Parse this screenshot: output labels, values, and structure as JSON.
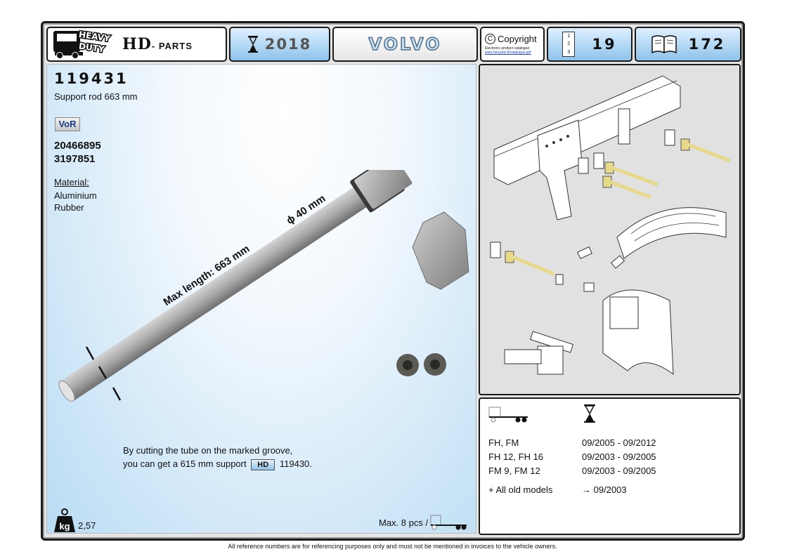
{
  "header": {
    "logo": {
      "line1": "HEAVY",
      "line2": "DUTY",
      "icon": "truck-icon"
    },
    "brand_main": "HD",
    "brand_sub": "- PARTS",
    "year": "2018",
    "make": "VOLVO",
    "copyright": {
      "label": "Copyright",
      "subtitle": "Electronic product catalogue:",
      "link": "www.hd-parts.fi/catalogue.pdf"
    },
    "page_icon_digits": [
      "1",
      "2",
      "3"
    ],
    "page": "19",
    "catalog_page": "172"
  },
  "part": {
    "number": "119431",
    "description": "Support rod 663 mm",
    "vor_badge": "VoR",
    "oe_numbers": [
      "20466895",
      "3197851"
    ],
    "material_label": "Material:",
    "materials": [
      "Aluminium",
      "Rubber"
    ]
  },
  "photo": {
    "length_label": "Max length: 663 mm",
    "diameter_label": "ϕ 40 mm"
  },
  "note": {
    "line1": "By cutting the tube on the marked groove,",
    "line2_prefix": "you can get a 615 mm support",
    "badge": "HD",
    "ref": "119430."
  },
  "weight": {
    "label": "kg",
    "value": "2,57"
  },
  "packaging": {
    "text": "Max. 8 pcs /"
  },
  "applications": [
    {
      "models": "FH,   FM",
      "range": "09/2005 - 09/2012"
    },
    {
      "models": "FH 12,   FH 16",
      "range": "09/2003 - 09/2005"
    },
    {
      "models": "FM 9,    FM 12",
      "range": "09/2003 - 09/2005"
    }
  ],
  "old_models": {
    "label": "+ All old models",
    "range": "→ 09/2003"
  },
  "footer": "All reference numbers are for referencing purposes only and must not be mentioned in invoices to the vehicle owners.",
  "colors": {
    "accent_blue": "#8ec3ea",
    "highlight_part": "#e6d98a",
    "frame": "#1a1a1a"
  }
}
